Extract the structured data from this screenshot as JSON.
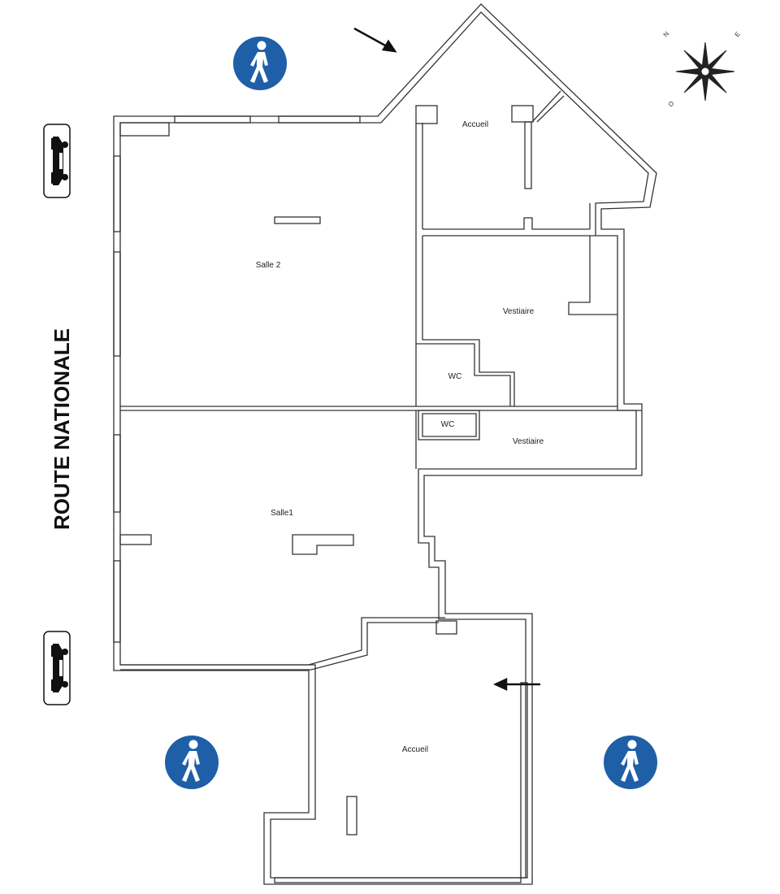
{
  "street": {
    "label": "ROUTE NATIONALE"
  },
  "rooms": {
    "accueil_top": "Accueil",
    "salle2": "Salle 2",
    "vestiaire_top": "Vestiaire",
    "wc_1": "WC",
    "wc_2": "WC",
    "vestiaire_mid": "Vestiaire",
    "salle1": "Salle1",
    "accueil_bottom": "Accueil"
  },
  "compass": {
    "north": "N",
    "east": "E",
    "west": "O"
  },
  "icons": {
    "pedestrian": "pedestrian-icon",
    "car": "car-icon",
    "entrance_arrow": "arrow-icon",
    "compass_rose": "compass-rose-icon"
  },
  "colors": {
    "pedestrian_bg": "#1f5fa8",
    "wall": "#333333"
  }
}
